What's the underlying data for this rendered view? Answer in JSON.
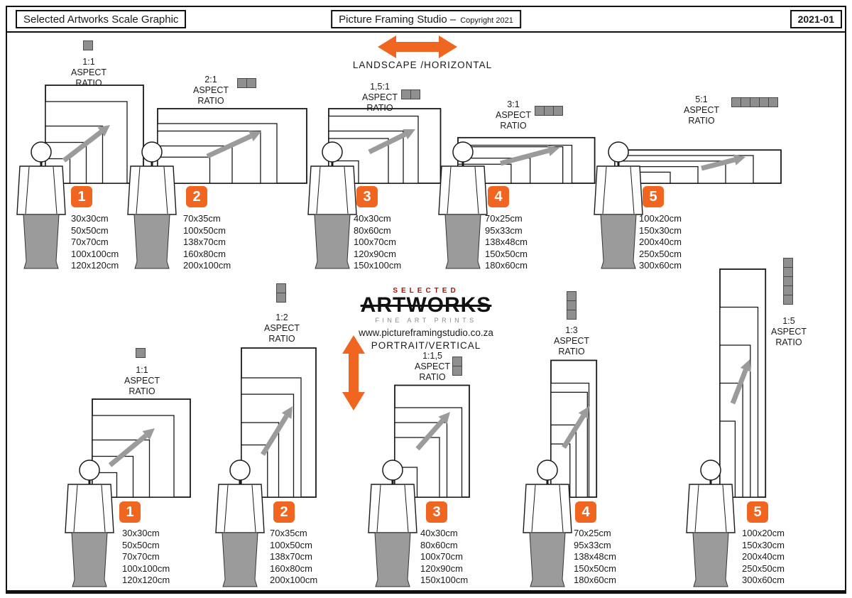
{
  "header": {
    "title_left": "Selected Artworks Scale Graphic",
    "title_center": "Picture Framing Studio –",
    "title_center_sub": "Copyright 2021",
    "version": "2021-01"
  },
  "labels": {
    "aspect": "ASPECT",
    "ratio": "RATIO",
    "landscape": "LANDSCAPE /HORIZONTAL",
    "portrait": "PORTRAIT/VERTICAL",
    "url": "www.pictureframingstudio.co.za"
  },
  "logo": {
    "top": "SELECTED",
    "main": "ARTWORKS",
    "sub": "FINE ART PRINTS"
  },
  "colors": {
    "accent": "#F0651F",
    "gray": "#9B9B9B",
    "icon_gray": "#8F8F8F",
    "logo_red": "#A31409"
  },
  "groups": {
    "landscape": [
      {
        "number": "1",
        "ratio": "1:1",
        "icon_count": 1,
        "sizes": [
          "30x30cm",
          "50x50cm",
          "70x70cm",
          "100x100cm",
          "120x120cm"
        ]
      },
      {
        "number": "2",
        "ratio": "2:1",
        "icon_count": 2,
        "sizes": [
          "70x35cm",
          "100x50cm",
          "138x70cm",
          "160x80cm",
          "200x100cm"
        ]
      },
      {
        "number": "3",
        "ratio": "1,5:1",
        "icon_count": 2,
        "sizes": [
          "40x30cm",
          "80x60cm",
          "100x70cm",
          "120x90cm",
          "150x100cm"
        ]
      },
      {
        "number": "4",
        "ratio": "3:1",
        "icon_count": 3,
        "sizes": [
          "70x25cm",
          "95x33cm",
          "138x48cm",
          "150x50cm",
          "180x60cm"
        ]
      },
      {
        "number": "5",
        "ratio": "5:1",
        "icon_count": 5,
        "sizes": [
          "100x20cm",
          "150x30cm",
          "200x40cm",
          "250x50cm",
          "300x60cm"
        ]
      }
    ],
    "portrait": [
      {
        "number": "1",
        "ratio": "1:1",
        "icon_count": 1,
        "sizes": [
          "30x30cm",
          "50x50cm",
          "70x70cm",
          "100x100cm",
          "120x120cm"
        ]
      },
      {
        "number": "2",
        "ratio": "1:2",
        "icon_count": 2,
        "sizes": [
          "70x35cm",
          "100x50cm",
          "138x70cm",
          "160x80cm",
          "200x100cm"
        ]
      },
      {
        "number": "3",
        "ratio": "1:1,5",
        "icon_count": 2,
        "sizes": [
          "40x30cm",
          "80x60cm",
          "100x70cm",
          "120x90cm",
          "150x100cm"
        ]
      },
      {
        "number": "4",
        "ratio": "1:3",
        "icon_count": 3,
        "sizes": [
          "70x25cm",
          "95x33cm",
          "138x48cm",
          "150x50cm",
          "180x60cm"
        ]
      },
      {
        "number": "5",
        "ratio": "1:5",
        "icon_count": 5,
        "sizes": [
          "100x20cm",
          "150x30cm",
          "200x40cm",
          "250x50cm",
          "300x60cm"
        ]
      }
    ]
  }
}
